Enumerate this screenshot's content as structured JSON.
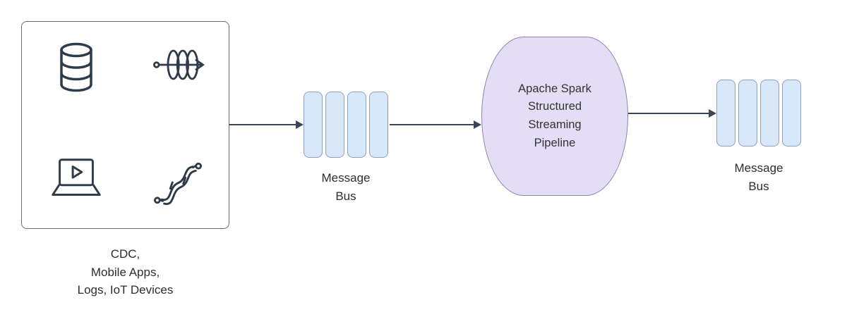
{
  "diagram": {
    "source": {
      "icons": [
        "database-icon",
        "event-stream-icon",
        "laptop-play-icon",
        "pipeline-icon"
      ],
      "label_lines": [
        "CDC,",
        "Mobile Apps,",
        "Logs, IoT Devices"
      ]
    },
    "bus1": {
      "label_lines": [
        "Message",
        "Bus"
      ],
      "bar_count": 4
    },
    "spark": {
      "label_lines": [
        "Apache Spark",
        "Structured",
        "Streaming",
        "Pipeline"
      ]
    },
    "bus2": {
      "label_lines": [
        "Message",
        "Bus"
      ],
      "bar_count": 4
    },
    "colors": {
      "bus_fill": "#d8e8fb",
      "bus_stroke": "#8ba0bd",
      "spark_fill": "#e4ddf6",
      "spark_stroke": "#8c82b0",
      "arrow": "#3a4556",
      "icon": "#2d3b4a",
      "source_box_stroke": "#6f6f6f",
      "text": "#2e2e2e"
    }
  }
}
